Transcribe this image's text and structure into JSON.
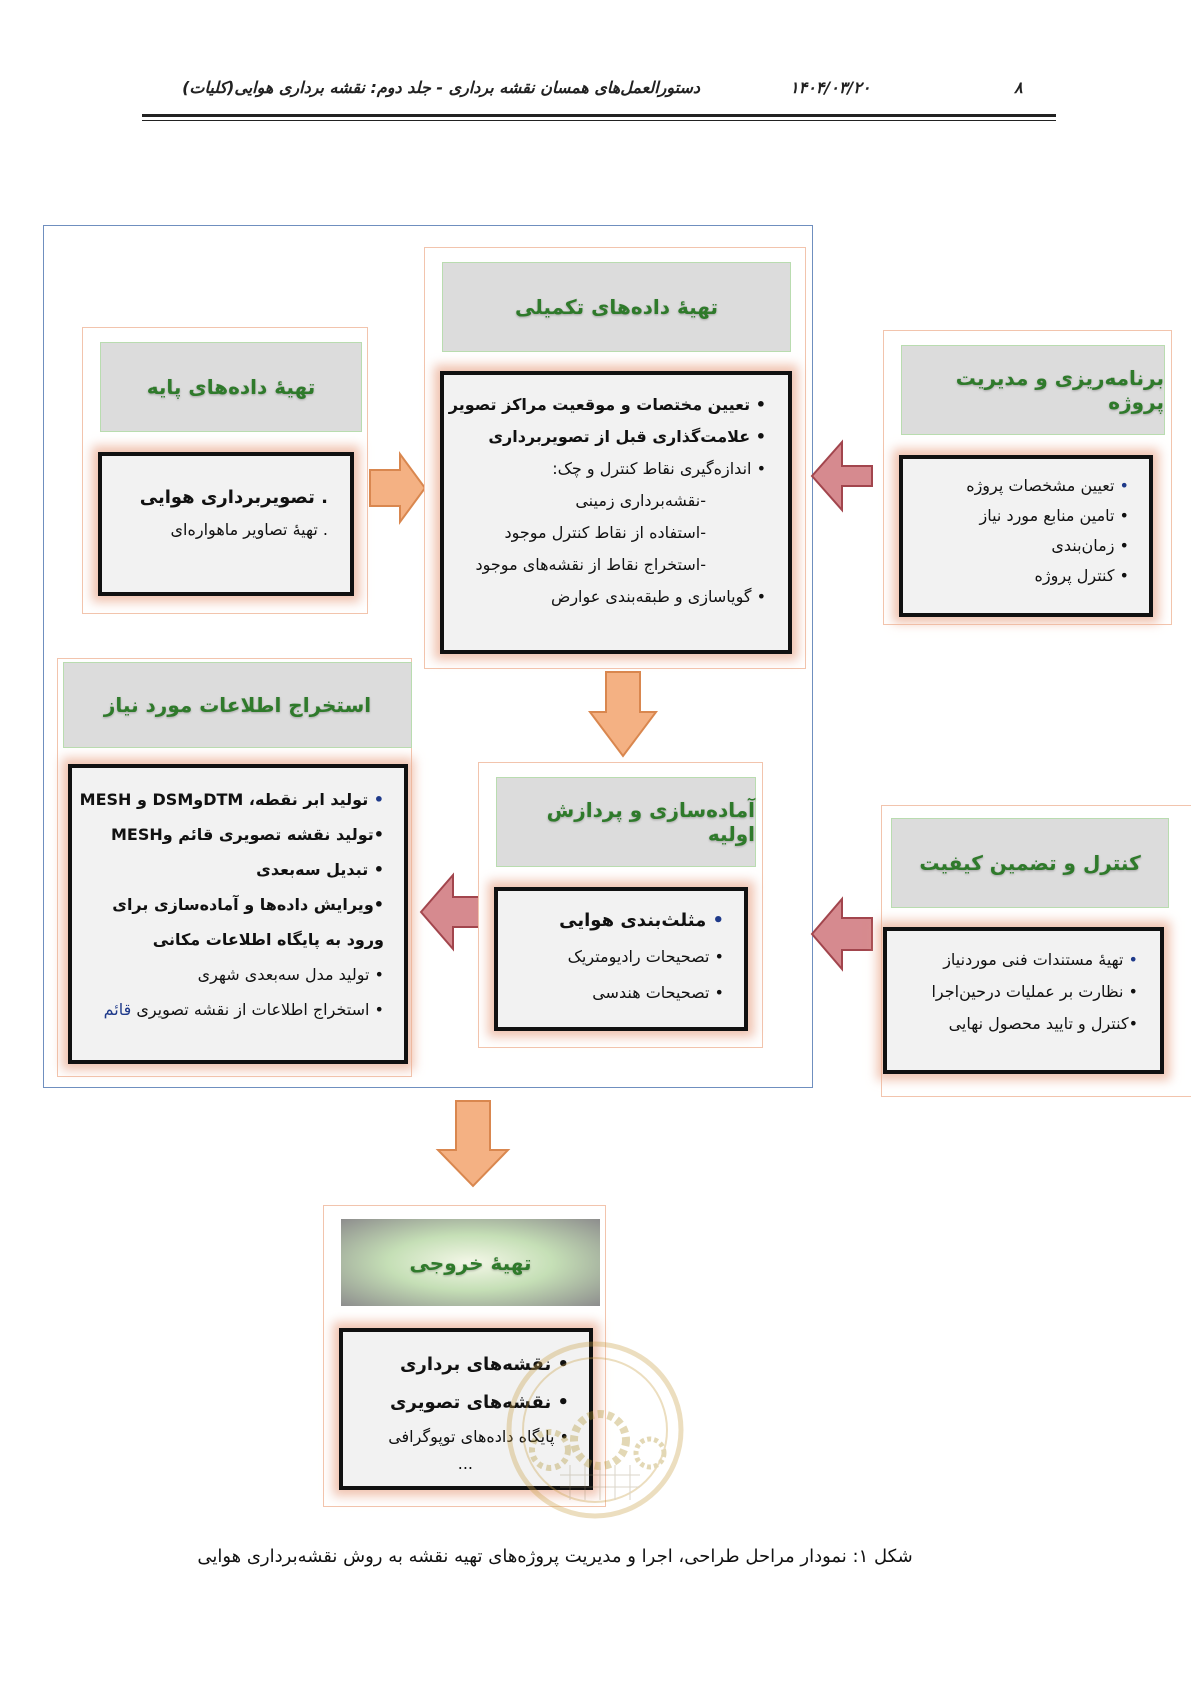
{
  "header": {
    "page_number": "۸",
    "date": "۱۴۰۴/۰۳/۲۰",
    "title": "دستورالعمل‌های همسان نقشه برداری - جلد دوم: نقشه برداری هوایی(کلیات)"
  },
  "boxes": {
    "planning": {
      "title": "برنامه‌ریزی و مدیریت پروژه",
      "items": [
        "تعیین مشخصات پروژه",
        "تامین منابع مورد نیاز",
        "زمان‌بندی",
        "کنترل پروژه"
      ]
    },
    "supplementary": {
      "title": "تهیهٔ داده‌های تکمیلی",
      "items": [
        {
          "bullet": "•",
          "text": "تعیین مختصات و موقعیت مراکز تصویر",
          "bold": true
        },
        {
          "bullet": "•",
          "text": "علامت‌گذاری قبل از تصویربرداری",
          "bold": true
        },
        {
          "bullet": "•",
          "text": "اندازه‌گیری نقاط کنترل و چک:",
          "bold": false
        },
        {
          "bullet": "-",
          "text": "نقشه‌برداری زمینی",
          "bold": false
        },
        {
          "bullet": "-",
          "text": "استفاده از نقاط کنترل موجود",
          "bold": false
        },
        {
          "bullet": "-",
          "text": "استخراج نقاط از نقشه‌های موجود",
          "bold": false
        },
        {
          "bullet": "•",
          "text": "گویاسازی و طبقه‌بندی عوارض",
          "bold": false
        }
      ]
    },
    "base_data": {
      "title": "تهیهٔ داده‌های پایه",
      "items": [
        {
          "text": "تصویربرداری هوایی",
          "bold": true
        },
        {
          "text": "تهیهٔ تصاویر ماهواره‌ای",
          "bold": false
        }
      ]
    },
    "preprocessing": {
      "title": "آماده‌سازی و پردازش اولیه",
      "items": [
        {
          "text": "مثلث‌بندی هوایی",
          "bold": true
        },
        {
          "text": "تصحیحات رادیومتریک",
          "bold": false
        },
        {
          "text": "تصحیحات هندسی",
          "bold": false
        }
      ]
    },
    "extraction": {
      "title": "استخراج اطلاعات مورد نیاز",
      "items": [
        {
          "text": "تولید ابر نقطه، DTMوDSM و MESH",
          "bold": true
        },
        {
          "text": "تولید نقشه تصویری قائم وMESH",
          "bold": true
        },
        {
          "text": "تبدیل سه‌بعدی",
          "bold": true
        },
        {
          "text": "ویرایش داده‌ها و آماده‌سازی برای ورود به پایگاه اطلاعات مکانی",
          "bold": true
        },
        {
          "text": "تولید مدل سه‌بعدی شهری",
          "bold": false
        },
        {
          "text": "استخراج اطلاعات از نقشه تصویری",
          "suffix": "قائم",
          "bold": false
        }
      ]
    },
    "quality": {
      "title": "کنترل و تضمین کیفیت",
      "items": [
        "تهیهٔ مستندات فنی موردنیاز",
        "نظارت بر عملیات درحین‌اجرا",
        "کنترل و تایید محصول نهایی"
      ]
    },
    "output": {
      "title": "تهیهٔ خروجی",
      "items": [
        {
          "text": "نقشه‌های برداری",
          "bold": true
        },
        {
          "text": "نقشه‌های تصویری",
          "bold": true
        },
        {
          "text": "پایگاه داده‌های توپوگرافی",
          "bold": false
        }
      ],
      "ellipsis": "..."
    }
  },
  "caption": "شکل ۱: نمودار مراحل طراحی، اجرا و مدیریت پروژه‌های تهیه نقشه به روش نقشه‌برداری هوایی",
  "colors": {
    "title_green": "#2f7a2b",
    "title_bg": "#dcdcdc",
    "card_border": "#f2c4ad",
    "arrow_orange": "#f4b183",
    "arrow_pink": "#d68a8f",
    "frame_blue": "#6f8fbf"
  }
}
